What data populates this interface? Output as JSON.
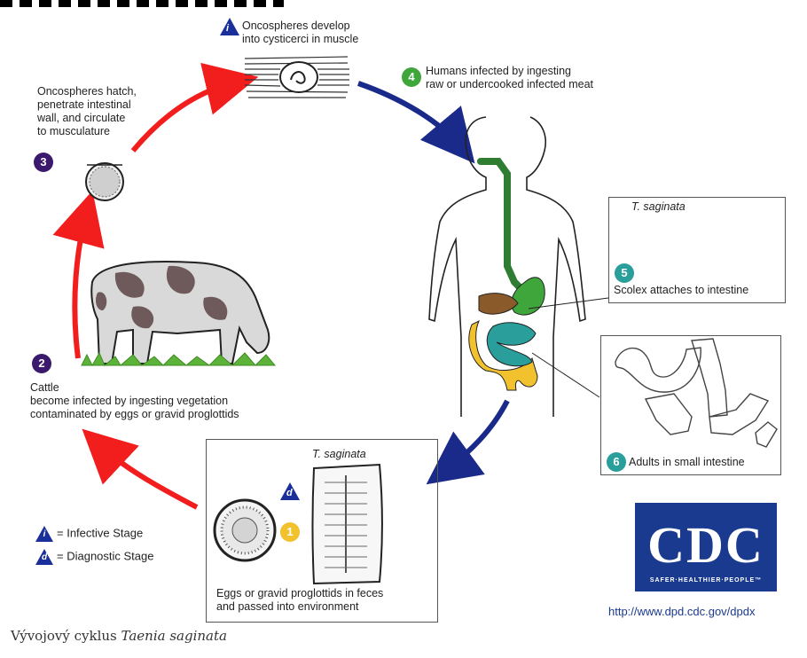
{
  "stages": {
    "s1": {
      "number": "1",
      "color": "#f2c12e",
      "label": "Eggs or gravid proglottids in feces\nand passed into environment",
      "species": "T. saginata"
    },
    "s2": {
      "number": "2",
      "color": "#3b1a6e",
      "label": "Cattle\nbecome infected by ingesting vegetation\ncontaminated by eggs or gravid proglottids"
    },
    "s3": {
      "number": "3",
      "color": "#3b1a6e",
      "label": "Oncospheres hatch,\npenetrate intestinal\nwall, and circulate\nto musculature"
    },
    "s4": {
      "number": "4",
      "color": "#3ea63a",
      "label": "Humans infected by ingesting\nraw or undercooked infected meat"
    },
    "s5": {
      "number": "5",
      "color": "#2a9e9a",
      "label": "Scolex attaches to intestine",
      "species": "T. saginata"
    },
    "s6": {
      "number": "6",
      "color": "#2a9e9a",
      "label": "Adults in small intestine"
    },
    "infective": {
      "marker": "i",
      "label": "Oncospheres develop\ninto cysticerci in muscle"
    },
    "diagnostic": {
      "marker": "d"
    }
  },
  "legend": {
    "infective": {
      "marker": "i",
      "label": "= Infective Stage"
    },
    "diagnostic": {
      "marker": "d",
      "label": "= Diagnostic Stage"
    }
  },
  "colors": {
    "red_arrow": "#f21e1e",
    "blue_arrow": "#1a2a8a",
    "marker_blue": "#1a2f9a",
    "cdc_blue": "#1a3a8f"
  },
  "cdc": {
    "logo_text": "CDC",
    "tagline": "SAFER·HEALTHIER·PEOPLE™",
    "url": "http://www.dpd.cdc.gov/dpdx"
  },
  "caption": {
    "prefix": "Vývojový cyklus ",
    "species": "Taenia saginata"
  }
}
